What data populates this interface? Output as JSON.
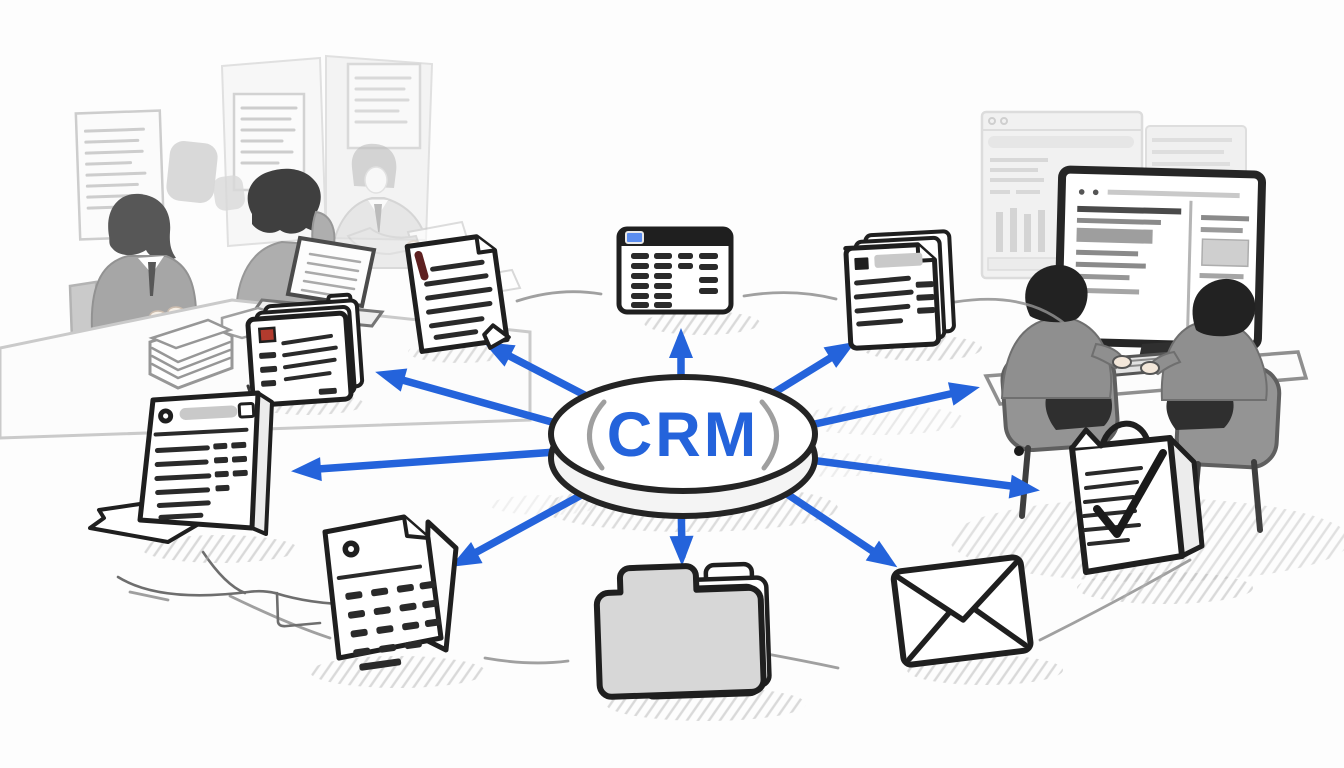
{
  "illustration": {
    "type": "hand-drawn sketch of a CRM hub connected to work items",
    "hub": {
      "label": "CRM",
      "shape": "disc"
    },
    "nodes": [
      "spreadsheet-window",
      "report-document",
      "contact-cards",
      "form-display",
      "desk-calendar",
      "file-folder",
      "envelope",
      "shopping-bag-checklist",
      "document-stack",
      "team-workstation"
    ],
    "arrows": {
      "count": 10,
      "direction": "outward from hub"
    },
    "left_scene": {
      "people": 3,
      "props": [
        "wall posters",
        "paper stacks",
        "laptop",
        "desk"
      ]
    },
    "right_scene": {
      "people": 2,
      "props": [
        "large monitor",
        "keyboard",
        "desk",
        "office chairs",
        "faded dashboard window"
      ]
    }
  },
  "colors": {
    "accent_blue": "#2463DB",
    "chip_blue": "#5b8def",
    "ink": "#1f1f1f",
    "paper": "#ffffff",
    "folder_gray": "#d7d7d7",
    "red_mark": "#5e2020",
    "card_red": "#b23b2e"
  }
}
